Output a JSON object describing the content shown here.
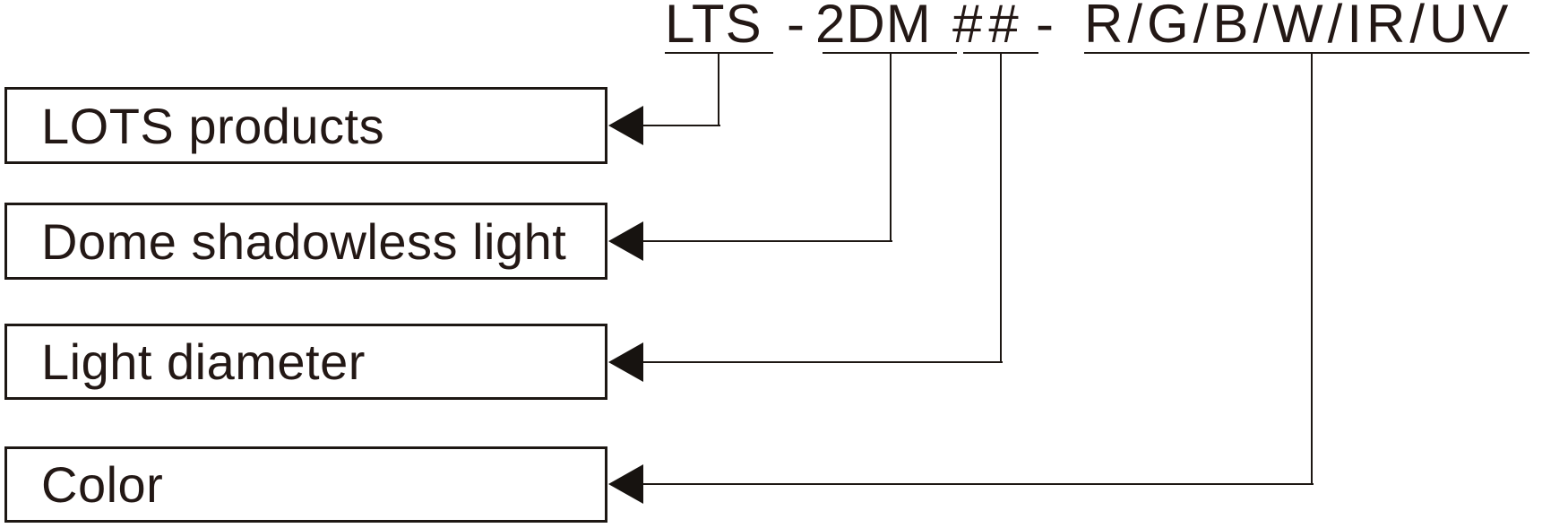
{
  "diagram": {
    "kind": "ordering-code-diagram",
    "code": {
      "full": "LTS - 2DM ## - R/G/B/W/IR/UV",
      "segments": [
        {
          "text": "LTS",
          "underlined": true
        },
        {
          "text": "-",
          "underlined": false
        },
        {
          "text": "2DM",
          "underlined": true
        },
        {
          "text": "##",
          "underlined": true
        },
        {
          "text": "-",
          "underlined": false
        },
        {
          "text": "R/G/B/W/IR/UV",
          "underlined": true
        }
      ]
    },
    "labels": [
      {
        "label": "LOTS products",
        "maps_to": "LTS"
      },
      {
        "label": "Dome shadowless light",
        "maps_to": "2DM"
      },
      {
        "label": "Light diameter",
        "maps_to": "##"
      },
      {
        "label": "Color",
        "maps_to": "R/G/B/W/IR/UV"
      }
    ],
    "colors": {
      "ink": "#231815",
      "line": "#1d1713",
      "background": "#ffffff"
    }
  }
}
